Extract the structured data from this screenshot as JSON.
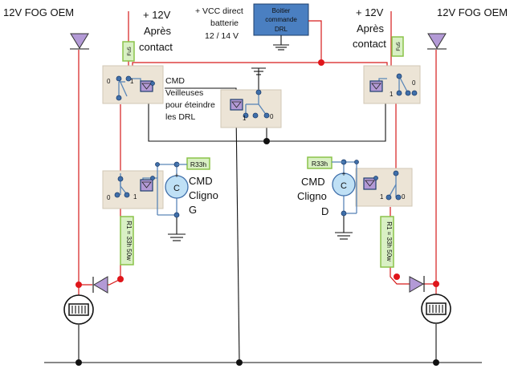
{
  "labels": {
    "fog_left": "12V FOG OEM",
    "fog_right": "12V FOG OEM",
    "plus12_left_1": "+ 12V",
    "plus12_left_2": "Après",
    "plus12_left_3": "contact",
    "plus12_right_1": "+ 12V",
    "plus12_right_2": "Après",
    "plus12_right_3": "contact",
    "vcc_1": "+ VCC direct",
    "vcc_2": "batterie",
    "vcc_3": "12 / 14 V",
    "drl_box_1": "Boitier",
    "drl_box_2": "commande",
    "drl_box_3": "DRL",
    "cmd_veil_1": "CMD",
    "cmd_veil_2": "Veilleuses",
    "cmd_veil_3": "pour éteindre",
    "cmd_veil_4": "les DRL",
    "cmd_left_1": "CMD",
    "cmd_left_2": "Cligno",
    "cmd_left_3": "G",
    "cmd_right_1": "CMD",
    "cmd_right_2": "Cligno",
    "cmd_right_3": "D",
    "fuse": "Fu5",
    "r33_left": "R33h",
    "r33_right": "R33h",
    "r1_left": "R1 = 33h 50w",
    "r1_right": "R1 = 33h 50w",
    "cap": "C",
    "plus": "+",
    "pin0": "0",
    "pin1": "1"
  },
  "colors": {
    "wire": "#111111",
    "red_wire": "#d61a1a",
    "blue_wire": "#5a86b8",
    "relay_bg": "#ece4d6",
    "drl_box": "#4a7fc1",
    "resistor_fill": "#d9f0c4",
    "resistor_border": "#8bc34a",
    "diode": "#b39ad6",
    "capacitor": "#bfe0f5"
  }
}
